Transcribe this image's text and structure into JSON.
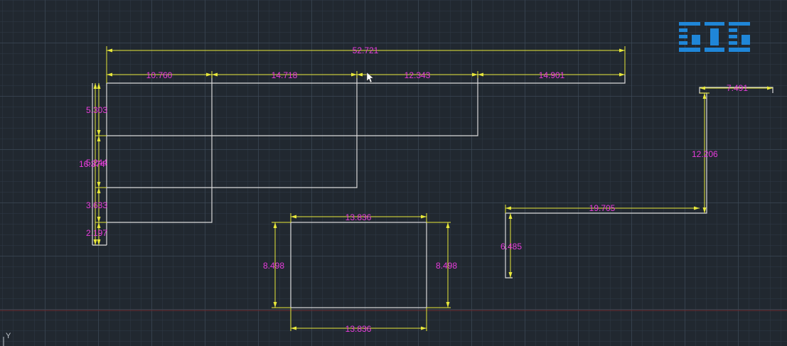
{
  "app": {
    "ucs_label": "Y"
  },
  "colors": {
    "background": "#212830",
    "geometry": "#d9d9d9",
    "dimension_line": "#e8e83a",
    "dimension_text": "#e83cdc",
    "logo": "#1f86d8"
  },
  "dimensions": {
    "overall_width": "52.721",
    "seg_1": "10.760",
    "seg_2": "14.718",
    "seg_3": "12.343",
    "seg_4": "14.901",
    "left_1": "5.303",
    "left_overall": "16.374",
    "left_2": "5.244",
    "left_3": "3.633",
    "left_4": "2.197",
    "rect_top": "13.836",
    "rect_bottom": "13.836",
    "rect_left": "8.498",
    "rect_right": "8.498",
    "poly_top": "7.491",
    "poly_vertical": "12.206",
    "poly_horizontal": "19.705",
    "poly_leg": "6.485"
  }
}
